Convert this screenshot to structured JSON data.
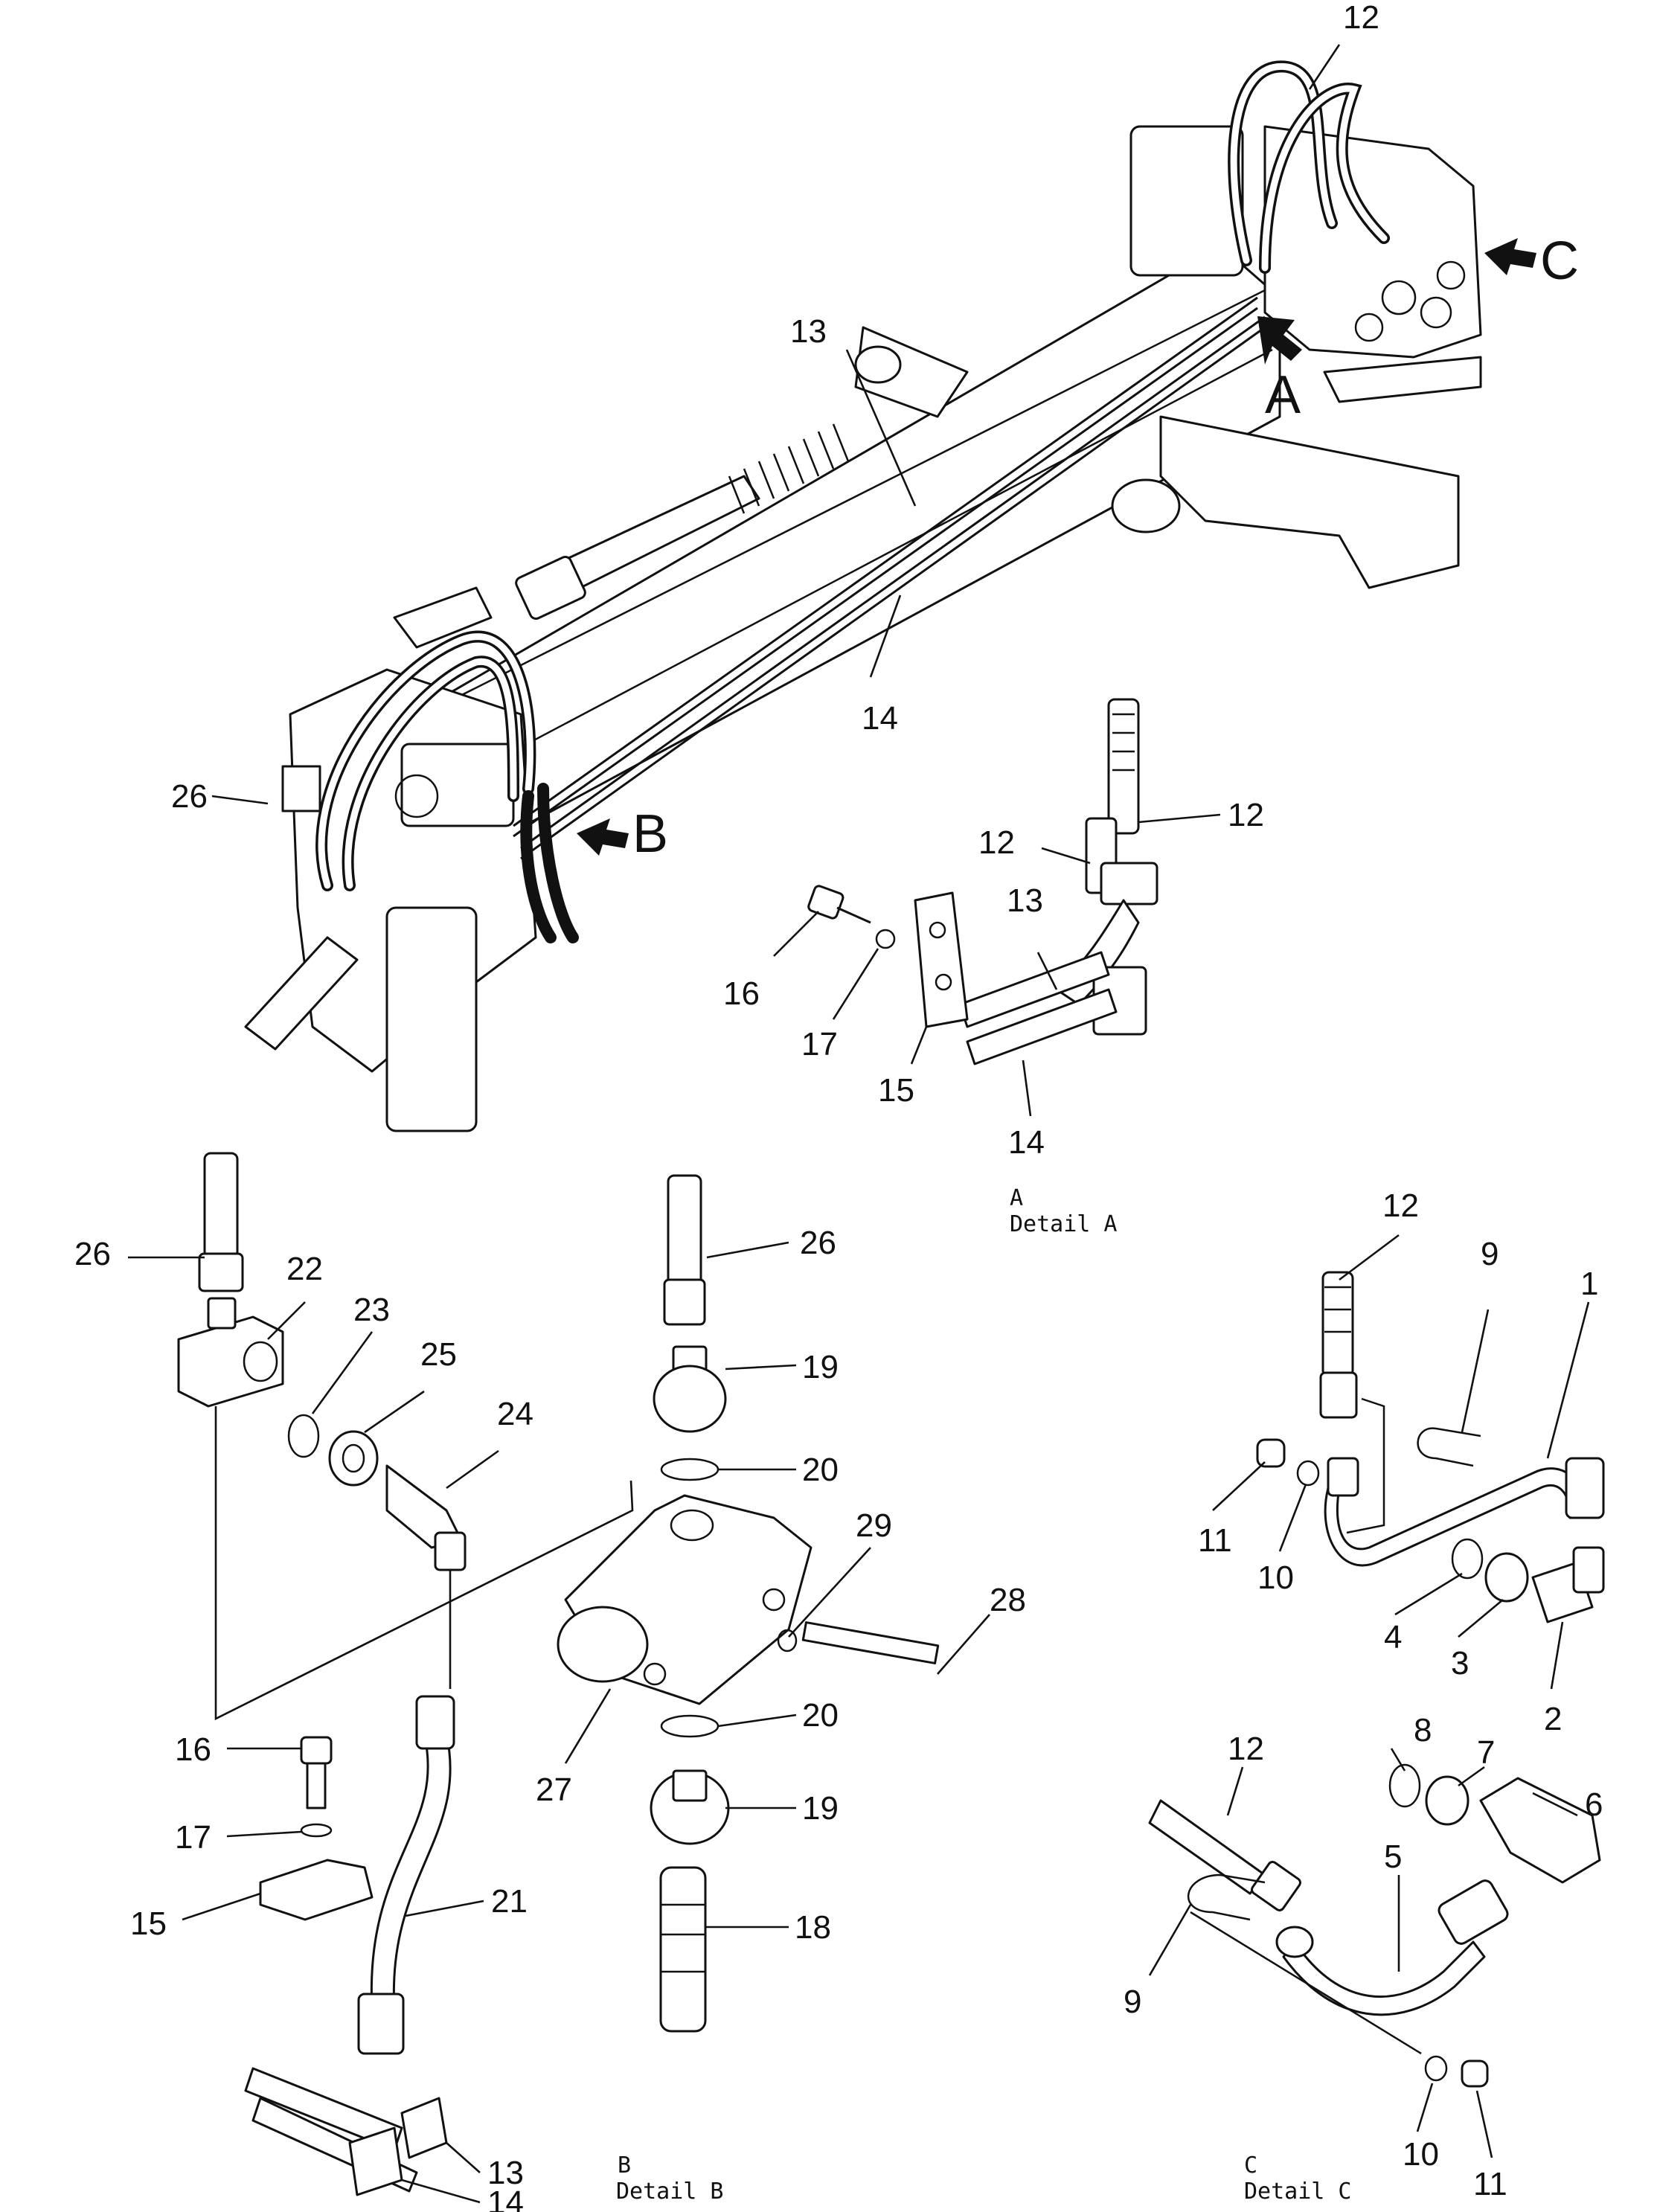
{
  "callouts": [
    {
      "key": "c12top",
      "text": "12"
    },
    {
      "key": "c13",
      "text": "13"
    },
    {
      "key": "c14",
      "text": "14"
    },
    {
      "key": "c26top",
      "text": "26"
    },
    {
      "key": "cA12a",
      "text": "12"
    },
    {
      "key": "cA12b",
      "text": "12"
    },
    {
      "key": "cA13",
      "text": "13"
    },
    {
      "key": "cA16",
      "text": "16"
    },
    {
      "key": "cA17",
      "text": "17"
    },
    {
      "key": "cA15",
      "text": "15"
    },
    {
      "key": "cA14",
      "text": "14"
    },
    {
      "key": "cB26a",
      "text": "26"
    },
    {
      "key": "cB22",
      "text": "22"
    },
    {
      "key": "cB23",
      "text": "23"
    },
    {
      "key": "cB25",
      "text": "25"
    },
    {
      "key": "cB24",
      "text": "24"
    },
    {
      "key": "cB26b",
      "text": "26"
    },
    {
      "key": "cB19a",
      "text": "19"
    },
    {
      "key": "cB20a",
      "text": "20"
    },
    {
      "key": "cB29",
      "text": "29"
    },
    {
      "key": "cB28",
      "text": "28"
    },
    {
      "key": "cB20b",
      "text": "20"
    },
    {
      "key": "cB27",
      "text": "27"
    },
    {
      "key": "cB19b",
      "text": "19"
    },
    {
      "key": "cB18",
      "text": "18"
    },
    {
      "key": "cB16",
      "text": "16"
    },
    {
      "key": "cB17",
      "text": "17"
    },
    {
      "key": "cB15",
      "text": "15"
    },
    {
      "key": "cB21",
      "text": "21"
    },
    {
      "key": "cB13",
      "text": "13"
    },
    {
      "key": "cB14",
      "text": "14"
    },
    {
      "key": "cC12a",
      "text": "12"
    },
    {
      "key": "cC9a",
      "text": "9"
    },
    {
      "key": "cC1",
      "text": "1"
    },
    {
      "key": "cC11a",
      "text": "11"
    },
    {
      "key": "cC10a",
      "text": "10"
    },
    {
      "key": "cC4",
      "text": "4"
    },
    {
      "key": "cC3",
      "text": "3"
    },
    {
      "key": "cC2",
      "text": "2"
    },
    {
      "key": "cC8",
      "text": "8"
    },
    {
      "key": "cC7",
      "text": "7"
    },
    {
      "key": "cC6",
      "text": "6"
    },
    {
      "key": "cC12b",
      "text": "12"
    },
    {
      "key": "cC5",
      "text": "5"
    },
    {
      "key": "cC9b",
      "text": "9"
    },
    {
      "key": "cC10b",
      "text": "10"
    },
    {
      "key": "cC11b",
      "text": "11"
    }
  ],
  "view_markers": {
    "a": "A",
    "b": "B",
    "c": "C"
  },
  "captions": {
    "detail_a_letter": "A",
    "detail_a": "Detail  A",
    "detail_b_letter": "B",
    "detail_b": "Detail  B",
    "detail_c_letter": "C",
    "detail_c": "Detail  C"
  }
}
